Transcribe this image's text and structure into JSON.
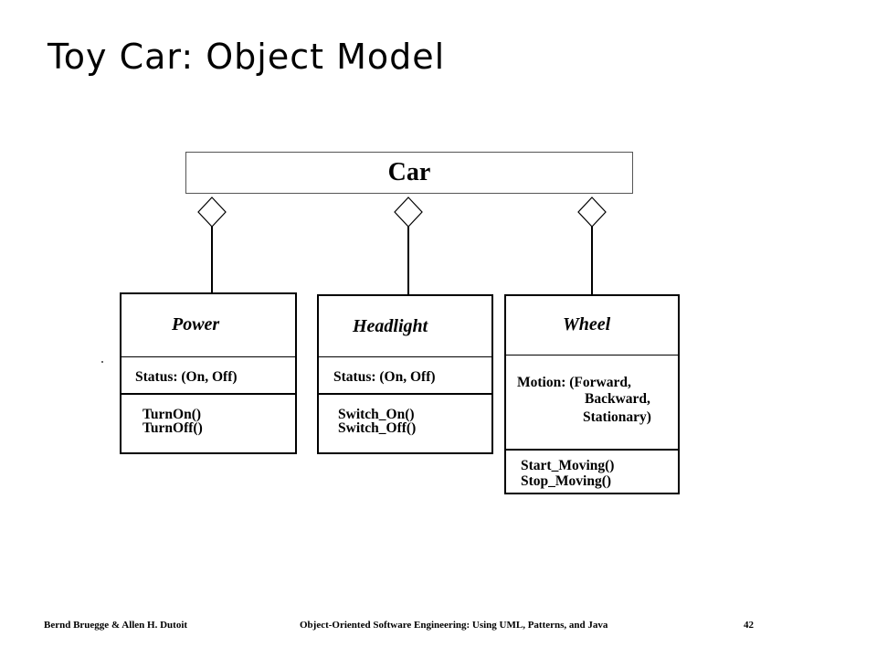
{
  "slide": {
    "title": "Toy Car: Object Model"
  },
  "diagram": {
    "root": {
      "label": "Car"
    },
    "classes": [
      {
        "name": "Power",
        "attributes": [
          "Status: (On, Off)"
        ],
        "operations": [
          "TurnOn()",
          "TurnOff()"
        ]
      },
      {
        "name": "Headlight",
        "attributes": [
          "Status: (On, Off)"
        ],
        "operations": [
          "Switch_On()",
          "Switch_Off()"
        ]
      },
      {
        "name": "Wheel",
        "attributes": [
          "Motion: (Forward,",
          "Backward,",
          "Stationary)"
        ],
        "operations": [
          "Start_Moving()",
          "Stop_Moving()"
        ]
      }
    ],
    "relationship": "aggregation"
  },
  "footer": {
    "authors": "Bernd Bruegge & Allen H. Dutoit",
    "book": "Object-Oriented Software Engineering: Using UML, Patterns, and Java",
    "page": "42"
  }
}
